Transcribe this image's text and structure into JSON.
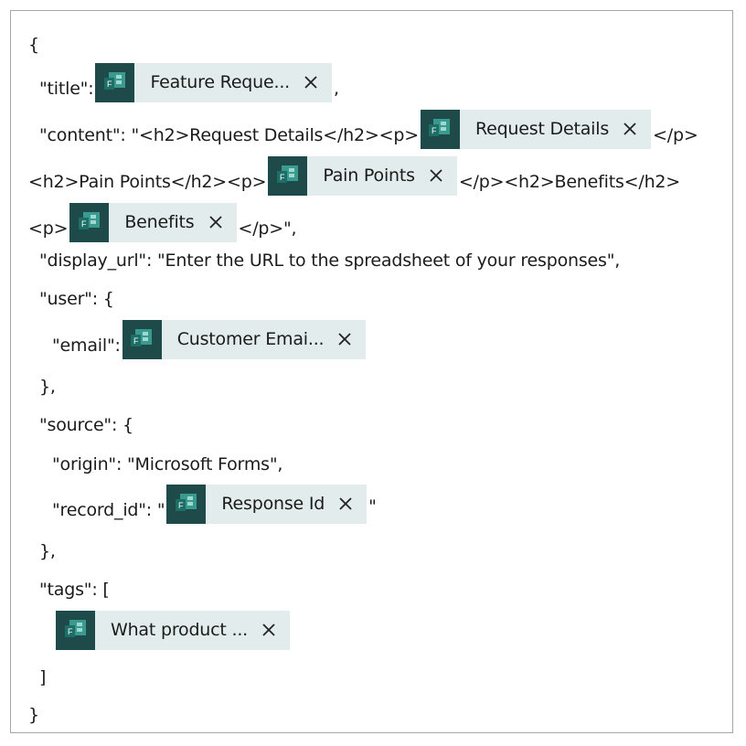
{
  "chips": {
    "title": "Feature Reque...",
    "request_details": "Request Details",
    "pain_points": "Pain Points",
    "benefits": "Benefits",
    "customer_email": "Customer Emai...",
    "response_id": "Response Id",
    "what_product": "What product ..."
  },
  "icons": {
    "chip": "forms-icon",
    "remove": "close-icon"
  },
  "colors": {
    "chip_bg": "#e2ecec",
    "icon_bg": "#1f4a4a"
  },
  "lines": {
    "l1": "{",
    "l2_key": "\"title\": ",
    "l2_tail": ",",
    "l3_key": "\"content\": \"<h2>Request Details</h2><p>",
    "l3_tail": "</p>",
    "l4_head": "<h2>Pain Points</h2><p>",
    "l4_tail": "</p><h2>Benefits</h2>",
    "l5_head": "<p>",
    "l5_tail": "</p>\",",
    "l6": "\"display_url\": \"Enter the URL to the spreadsheet of your responses\",",
    "l7": "\"user\": {",
    "l8_key": "\"email\": ",
    "l9": "},",
    "l10": "\"source\": {",
    "l11": "\"origin\": \"Microsoft Forms\",",
    "l12_key": "\"record_id\": \"",
    "l12_tail": "\"",
    "l13": "},",
    "l14": "\"tags\": [",
    "l16": "]",
    "l17": "}"
  }
}
